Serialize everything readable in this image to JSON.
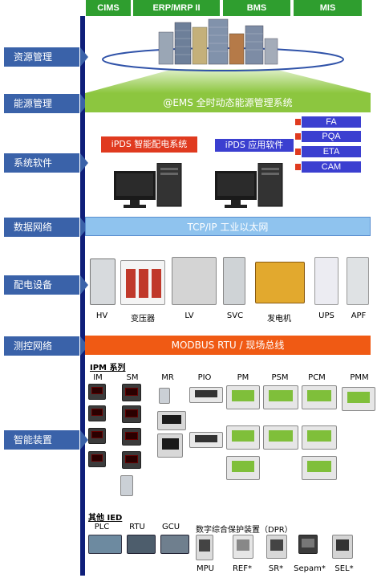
{
  "top_systems": [
    "CIMS",
    "ERP/MRP II",
    "BMS",
    "MIS"
  ],
  "layers": [
    "资源管理",
    "能源管理",
    "系统软件",
    "数据网络",
    "配电设备",
    "测控网络",
    "智能装置"
  ],
  "ems_bar": "@EMS 全时动态能源管理系统",
  "ipds_system": "iPDS 智能配电系统",
  "ipds_app": "iPDS 应用软件",
  "apps": [
    "FA",
    "PQA",
    "ETA",
    "CAM"
  ],
  "tcp_bar": "TCP/IP  工业以太网",
  "equipment": [
    "HV",
    "变压器",
    "LV",
    "SVC",
    "发电机",
    "UPS",
    "APF"
  ],
  "modbus_bar": "MODBUS RTU /  现场总线",
  "ipm_title": "IPM 系列",
  "ipm_models": [
    "IM",
    "SM",
    "MR",
    "PIO",
    "PM",
    "PSM",
    "PCM",
    "PMM"
  ],
  "other_ied_title": "其他 IED",
  "other_ied": [
    "PLC",
    "RTU",
    "GCU"
  ],
  "dpr_title": "数字综合保护装置（DPR）",
  "dpr_models": [
    "MPU",
    "REF*",
    "SR*",
    "Sepam*",
    "SEL*"
  ],
  "colors": {
    "green": "#2f9e2f",
    "navy": "#0f1f7a",
    "side_label": "#3a62a9",
    "ems": "#8cc63f",
    "orange": "#f05a14",
    "app_blue": "#3b3fd0",
    "tcp": "#8fc3ee"
  }
}
